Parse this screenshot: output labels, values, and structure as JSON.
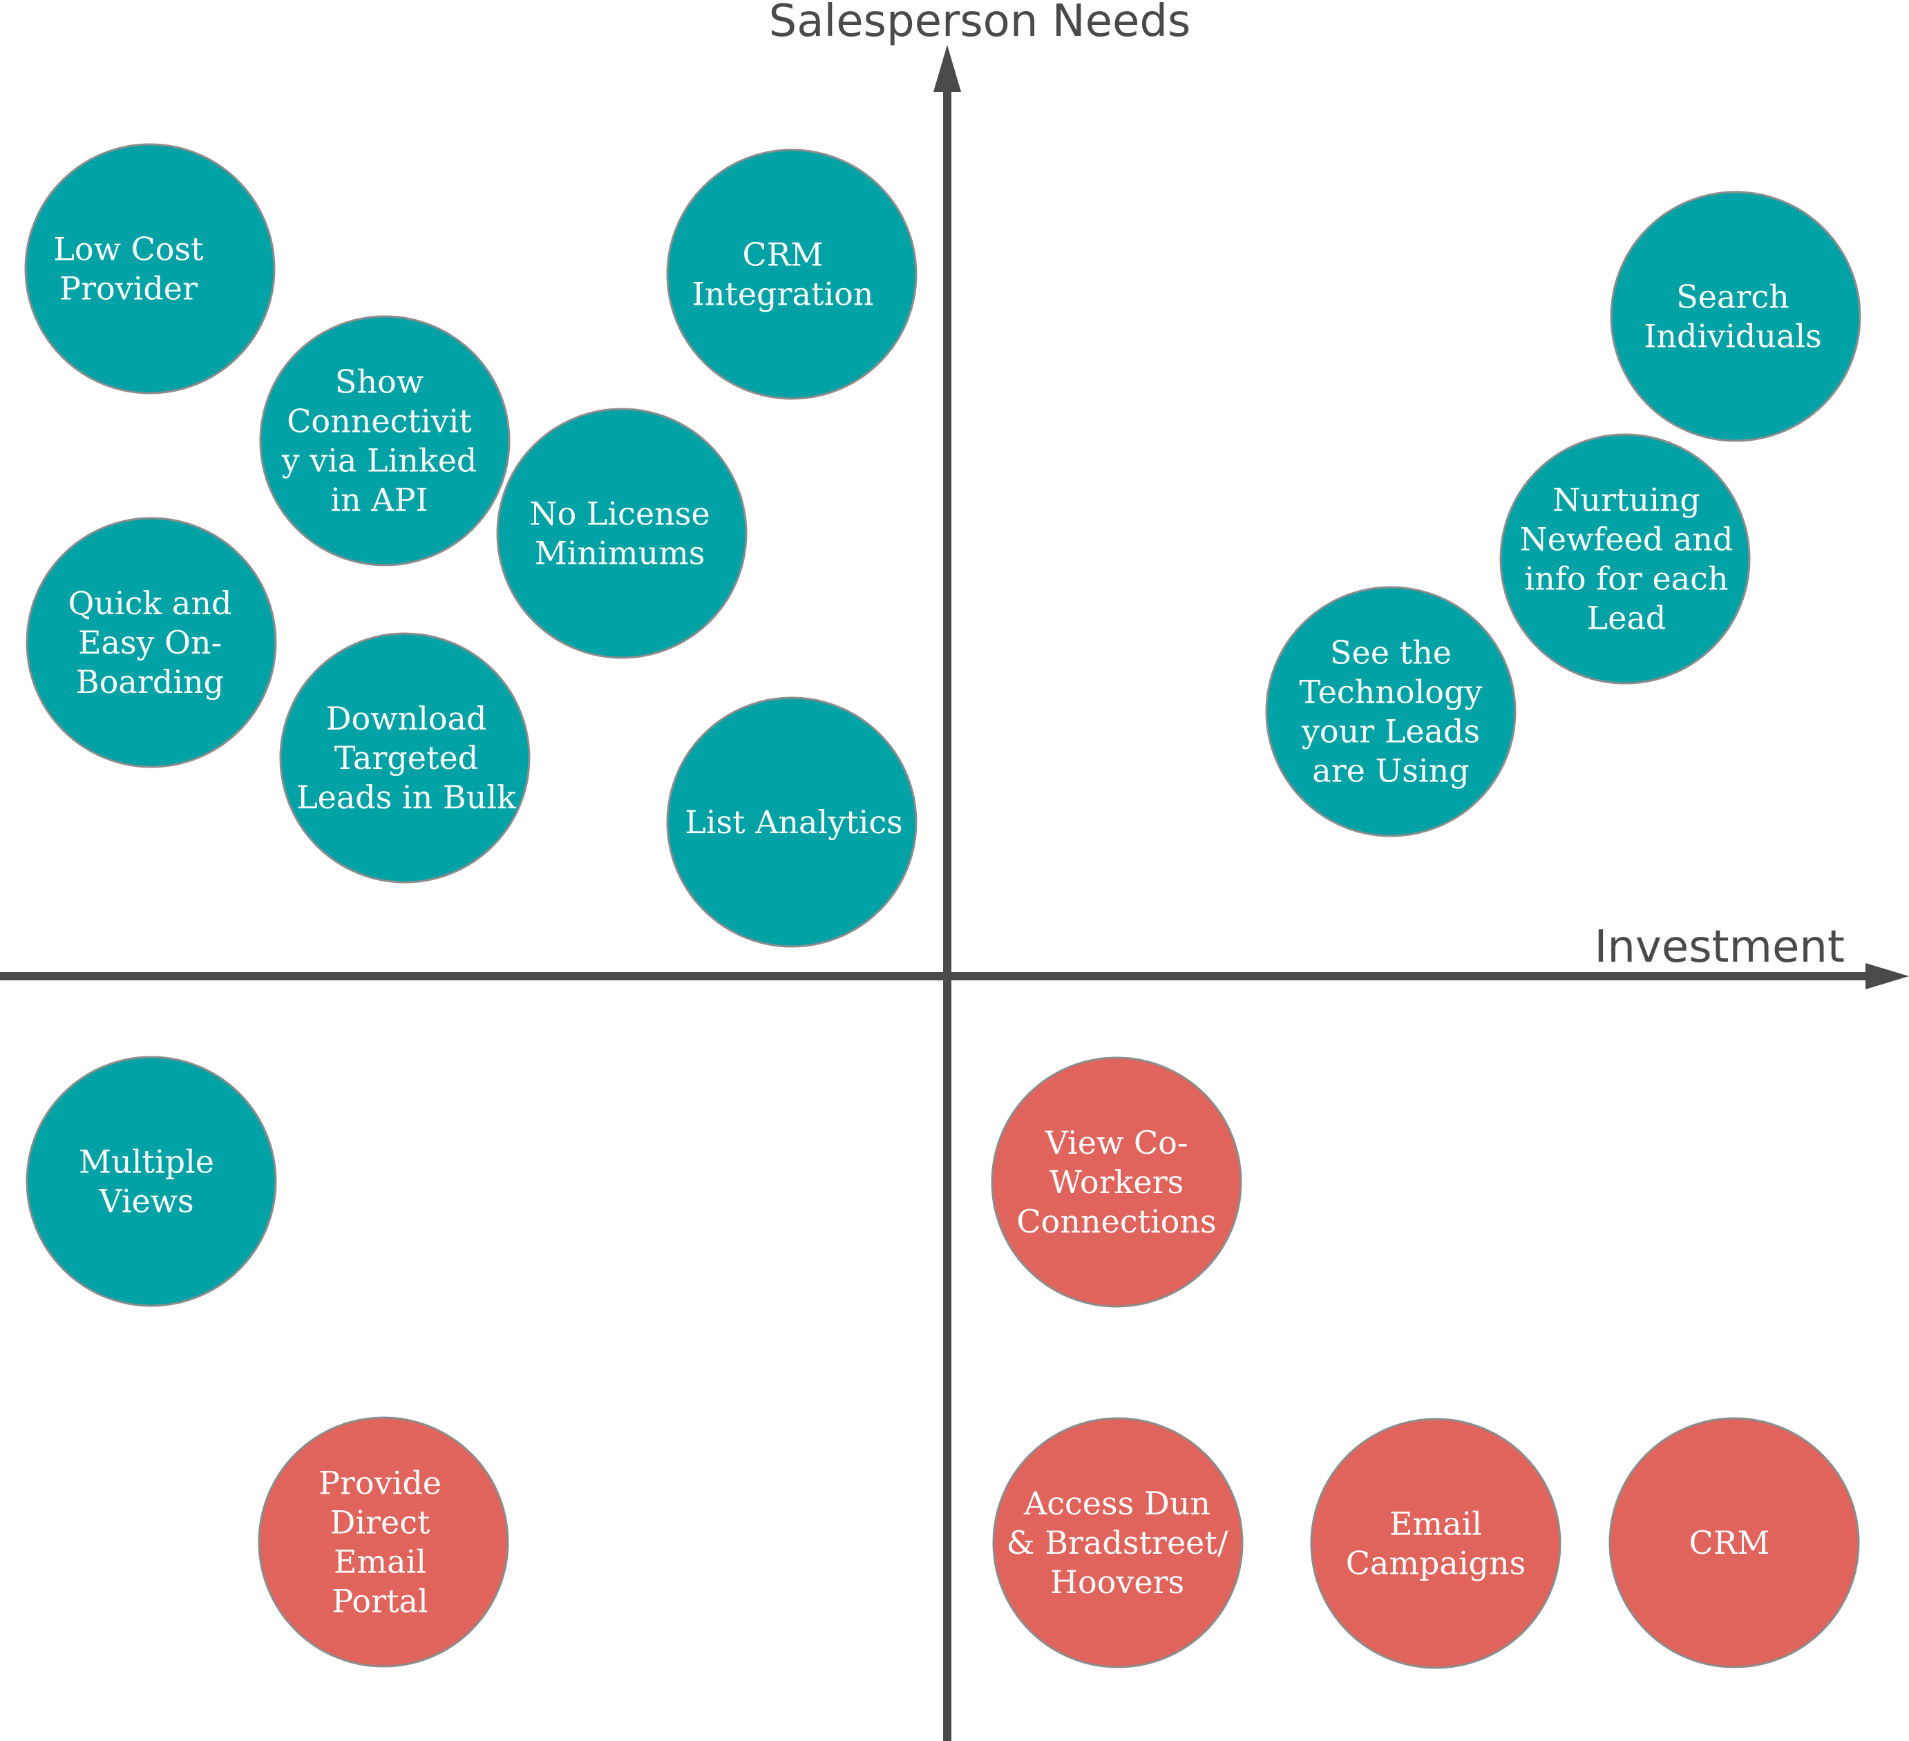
{
  "colors": {
    "axis": "#4a4a4a",
    "teal": "#01a2a6",
    "red": "#e0645c",
    "bubble_border": "#8c8c8c",
    "label_text": "#ffffff"
  },
  "axes": {
    "y_label": "Salesperson Needs",
    "x_label": "Investment"
  },
  "bubbles": [
    {
      "id": "low-cost-provider",
      "lines": [
        "Low Cost",
        "Provider"
      ],
      "color": "teal"
    },
    {
      "id": "crm-integration",
      "lines": [
        "CRM",
        "Integration"
      ],
      "color": "teal"
    },
    {
      "id": "show-connectivity",
      "lines": [
        "Show",
        "Connectivit",
        "y via Linked",
        "in API"
      ],
      "color": "teal"
    },
    {
      "id": "no-license-minimums",
      "lines": [
        "No License",
        "Minimums"
      ],
      "color": "teal"
    },
    {
      "id": "quick-easy-onboarding",
      "lines": [
        "Quick and",
        "Easy On-",
        "Boarding"
      ],
      "color": "teal"
    },
    {
      "id": "download-targeted-leads",
      "lines": [
        "Download",
        "Targeted",
        "Leads in Bulk"
      ],
      "color": "teal"
    },
    {
      "id": "list-analytics",
      "lines": [
        "List Analytics"
      ],
      "color": "teal"
    },
    {
      "id": "search-individuals",
      "lines": [
        "Search",
        "Individuals"
      ],
      "color": "teal"
    },
    {
      "id": "nurturing-newfeed",
      "lines": [
        "Nurtuing",
        "Newfeed and",
        "info for each",
        "Lead"
      ],
      "color": "teal"
    },
    {
      "id": "see-technology",
      "lines": [
        "See the",
        "Technology",
        "your Leads",
        "are Using"
      ],
      "color": "teal"
    },
    {
      "id": "multiple-views",
      "lines": [
        "Multiple",
        "Views"
      ],
      "color": "teal"
    },
    {
      "id": "view-coworkers",
      "lines": [
        "View Co-",
        "Workers",
        "Connections"
      ],
      "color": "red"
    },
    {
      "id": "provide-direct-email",
      "lines": [
        "Provide",
        "Direct",
        "Email",
        "Portal"
      ],
      "color": "red"
    },
    {
      "id": "access-dun-bradstreet",
      "lines": [
        "Access Dun",
        "& Bradstreet/",
        "Hoovers"
      ],
      "color": "red"
    },
    {
      "id": "email-campaigns",
      "lines": [
        "Email",
        "Campaigns"
      ],
      "color": "red"
    },
    {
      "id": "crm",
      "lines": [
        "CRM"
      ],
      "color": "red"
    }
  ]
}
